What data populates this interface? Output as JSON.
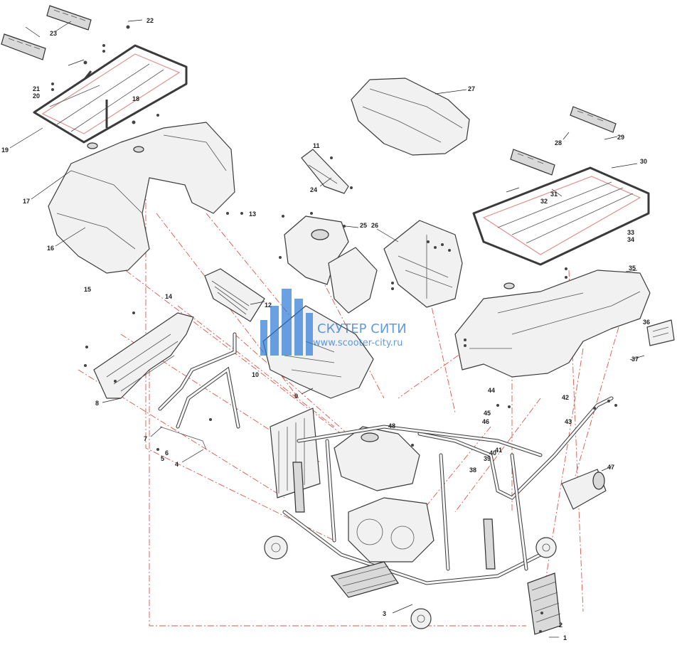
{
  "watermark": {
    "name": "СКУТЕР СИТИ",
    "url": "www.scooter-city.ru",
    "color": "#2b7ad6"
  },
  "callouts": [
    "1",
    "2",
    "3",
    "4",
    "5",
    "6",
    "7",
    "8",
    "9",
    "10",
    "11",
    "12",
    "13",
    "14",
    "15",
    "16",
    "17",
    "18",
    "19",
    "20",
    "21",
    "22",
    "23",
    "24",
    "25",
    "26",
    "27",
    "28",
    "29",
    "30",
    "31",
    "32",
    "33",
    "34",
    "35",
    "36",
    "37",
    "38",
    "39",
    "40",
    "41",
    "42",
    "43",
    "44",
    "45",
    "46",
    "47",
    "48"
  ],
  "colors": {
    "guide_line": "#d23a2a",
    "line_art": "#3a3a3a",
    "background": "#ffffff"
  }
}
